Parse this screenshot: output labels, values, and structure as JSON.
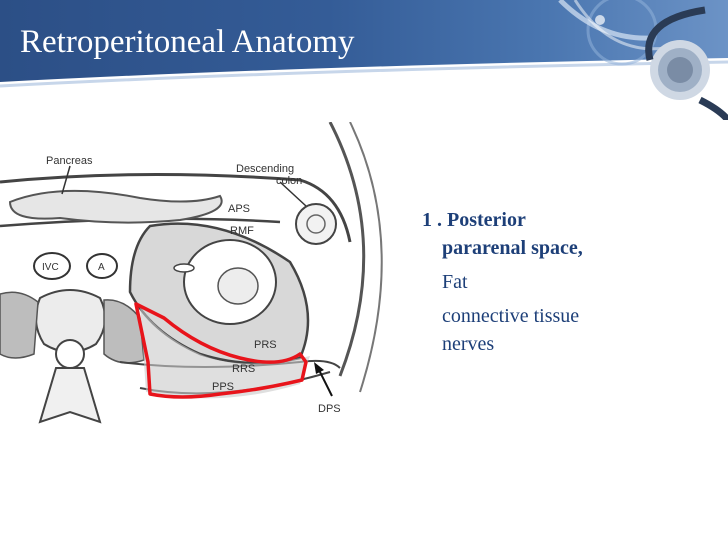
{
  "slide": {
    "title": "Retroperitoneal Anatomy",
    "accent_color": "#2c4f86",
    "text_color": "#1d3f78",
    "highlight_color": "#e8141b"
  },
  "figure": {
    "labels": {
      "pancreas": "Pancreas",
      "descending": "Descending",
      "colon": "colon",
      "aps": "APS",
      "rmf": "RMF",
      "ivc": "IVC",
      "a": "A",
      "prs": "PRS",
      "rrs": "RRS",
      "pps": "PPS",
      "dps": "DPS"
    }
  },
  "content": {
    "heading_line1": "1 . Posterior",
    "heading_line2": "pararenal space,",
    "items": [
      "Fat",
      "connective tissue",
      "nerves"
    ]
  }
}
